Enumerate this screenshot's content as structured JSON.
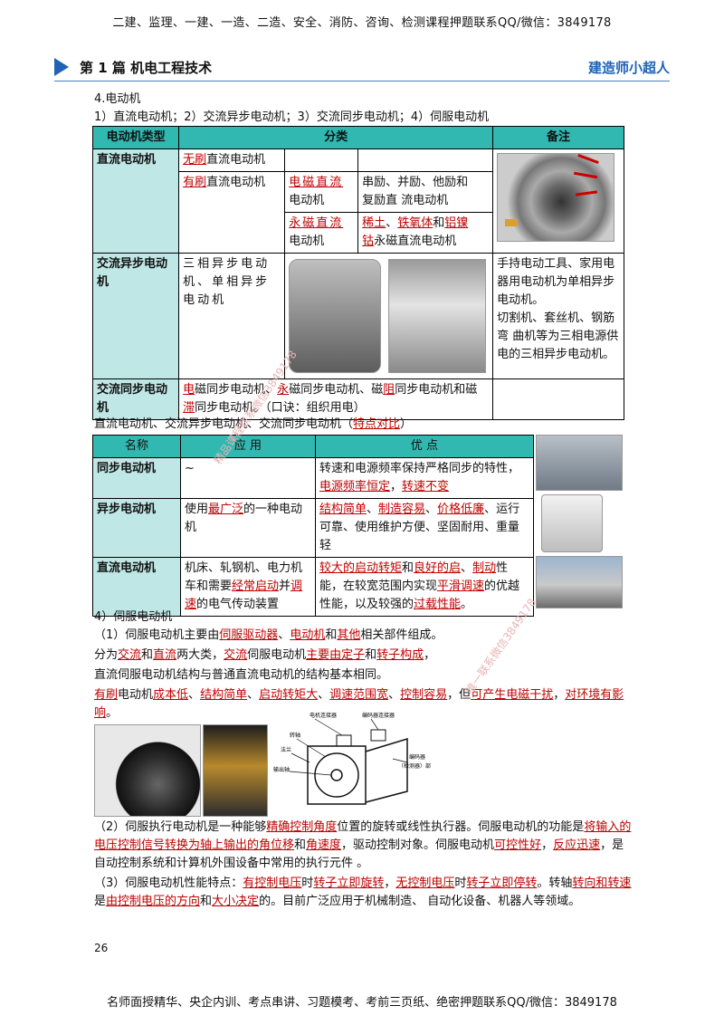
{
  "top_banner": "二建、监理、一建、一造、二造、安全、消防、咨询、检测课程押题联系QQ/微信：3849178",
  "chapter": {
    "title": "第 1 篇  机电工程技术",
    "right": "建造师小超人"
  },
  "section_title": "4.电动机",
  "intro": "1）直流电动机；2）交流异步电动机；3）交流同步电动机；4）伺服电动机",
  "table1": {
    "headers": [
      "电动机类型",
      "分类",
      "备注"
    ],
    "dc": {
      "label": "直流电动机",
      "brushless": [
        "无刷",
        "直流电动机"
      ],
      "brushed": [
        "有刷",
        "直流电动机"
      ],
      "em": [
        "电磁直流",
        "电动机"
      ],
      "em_note": [
        "串励、并励、他励和",
        "复励直 流电动机"
      ],
      "pm": [
        "永磁直流",
        "电动机"
      ],
      "pm_note": [
        "稀土",
        "、",
        "铁氧体",
        "和",
        "铝镍",
        "钴",
        "永磁直流电动机"
      ]
    },
    "async": {
      "label": "交流异步电动机",
      "cell": "三相异步电动机、单相异步电动机",
      "note1": "手持电动工具、家用电器用电动机为单相异步电动机。",
      "note2": "切割机、套丝机、钢筋弯 曲机等为三相电源供电的三相异步电动机。"
    },
    "sync": {
      "label": "交流同步电动机",
      "parts": [
        "电",
        "磁同步电动机、",
        "永",
        "磁同步电动机、磁",
        "阻",
        "同步电动机和磁",
        "滞",
        "同步电动机。（口诀：组织用电）"
      ]
    }
  },
  "compare_caption": [
    "直流电动机、交流异步电动机、交流同步电动机（",
    "特点对比",
    "）"
  ],
  "table2": {
    "headers": [
      "名称",
      "应 用",
      "优 点"
    ],
    "rows": [
      {
        "name": "同步电动机",
        "app": [
          "~"
        ],
        "adv": [
          "转速和电源频率保持严格同步的特性，",
          "电源频率恒定",
          "，",
          "转速不变"
        ]
      },
      {
        "name": "异步电动机",
        "app": [
          "使用",
          "最广泛",
          "的一种电动机"
        ],
        "adv": [
          "结构简单",
          "、",
          "制造容易",
          "、",
          "价格低廉",
          "、运行可靠、使用维护方便、坚固耐用、重量轻"
        ]
      },
      {
        "name": "直流电动机",
        "app": [
          "机床、轧钢机、电力机车和需要",
          "经常启动",
          "并",
          "调速",
          "的电气传动装置"
        ],
        "adv": [
          "较大的启动转矩",
          "和",
          "良好的启",
          "、",
          "制动",
          "性能，在较宽范围内实现",
          "平滑调速",
          "的优越性能，以及较强的",
          "过载性能",
          "。"
        ]
      }
    ]
  },
  "servo": {
    "heading": "4）伺服电动机",
    "p1": [
      "（1）伺服电动机主要由",
      "伺服驱动器",
      "、",
      "电动机",
      "和",
      "其他",
      "相关部件组成。"
    ],
    "p2": [
      "分为",
      "交流",
      "和",
      "直流",
      "两大类，",
      "交流",
      "伺服电动机",
      "主要由定子",
      "和",
      "转子构成",
      "，"
    ],
    "p3": "直流伺服电动机结构与普通直流电动机的结构基本相同。",
    "p4": [
      "有刷",
      "电动机",
      "成本低",
      "、",
      "结构简单",
      "、",
      "启动转矩大",
      "、",
      "调速范围宽",
      "、",
      "控制容易",
      "，但",
      "可产生电磁干扰",
      "，",
      "对环境有影响",
      "。"
    ],
    "diagram_labels": [
      "电机连接器",
      "编码器连接器",
      "转轴",
      "法兰",
      "编码器",
      "（检测器）部",
      "输出轴"
    ],
    "p5": [
      "（2）伺服执行电动机是一种能够",
      "精确控制角度",
      "位置的旋转或线性执行器。伺服电动机的功能是",
      "将输入的电压控制信号转换为轴上输出的角位移",
      "和",
      "角速度",
      "，驱动控制对象。伺服电动机",
      "可控性好",
      "，",
      "反应迅速",
      "，是自动控制系统和计算机外围设备中常用的执行元件 。"
    ],
    "p6": [
      "（3）伺服电动机性能特点：",
      "有控制电压",
      "时",
      "转子立即旋转",
      "，",
      "无控制电压",
      "时",
      "转子立即停转",
      "。转轴",
      "转向和转速",
      "是",
      "由控制电压的方向",
      "和",
      "大小决定",
      "的。目前广泛应用于机械制造、 自动化设备、机器人等领域。"
    ]
  },
  "watermarks": [
    "精品课程联系微信3849178",
    "唯一联系微信3849178"
  ],
  "page_number": "26",
  "footer": "名师面授精华、央企内训、考点串讲、习题模考、考前三页纸、绝密押题联系QQ/微信：3849178"
}
